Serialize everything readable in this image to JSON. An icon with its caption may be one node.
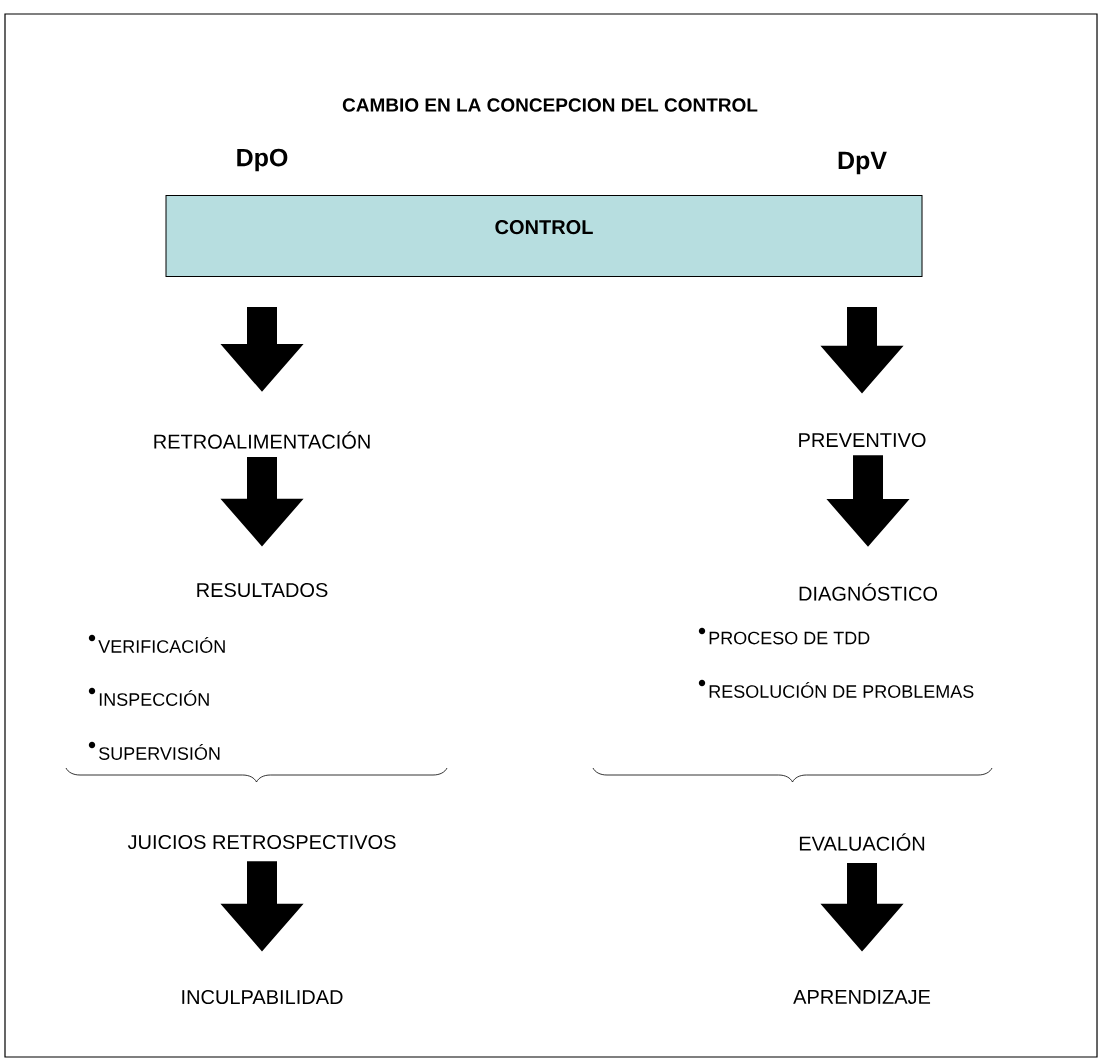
{
  "diagram": {
    "title": "CAMBIO EN LA CONCEPCION DEL CONTROL",
    "nodes": [
      {
        "text": [
          "CONTROL"
        ]
      },
      {
        "text": [
          "RETROALIMENTACIÓN"
        ]
      },
      {
        "text": [
          "RESULTADOS"
        ]
      },
      {
        "text": [
          "JUICIOS RETROSPECTIVOS"
        ]
      },
      {
        "text": [
          "INCULPABILIDAD"
        ]
      },
      {
        "text": [
          "PREVENTIVO"
        ]
      },
      {
        "text": [
          "DIAGNÓSTICO"
        ]
      },
      {
        "text": [
          "EVALUACIÓN"
        ]
      },
      {
        "text": [
          "APRENDIZAJE"
        ]
      }
    ],
    "edges": [
      {
        "from": 0,
        "to": 1,
        "arrow": "to"
      },
      {
        "from": 1,
        "to": 2,
        "arrow": "to"
      },
      {
        "from": 3,
        "to": 4,
        "arrow": "to"
      },
      {
        "from": 0,
        "to": 5,
        "arrow": "to"
      },
      {
        "from": 5,
        "to": 6,
        "arrow": "to"
      },
      {
        "from": 7,
        "to": 8,
        "arrow": "to"
      }
    ],
    "labels": [
      "DpO",
      "DpV",
      "VERIFICACIÓN",
      "INSPECCIÓN",
      "SUPERVISIÓN",
      "PROCESO DE TDD",
      "RESOLUCIÓN DE PROBLEMAS"
    ]
  }
}
